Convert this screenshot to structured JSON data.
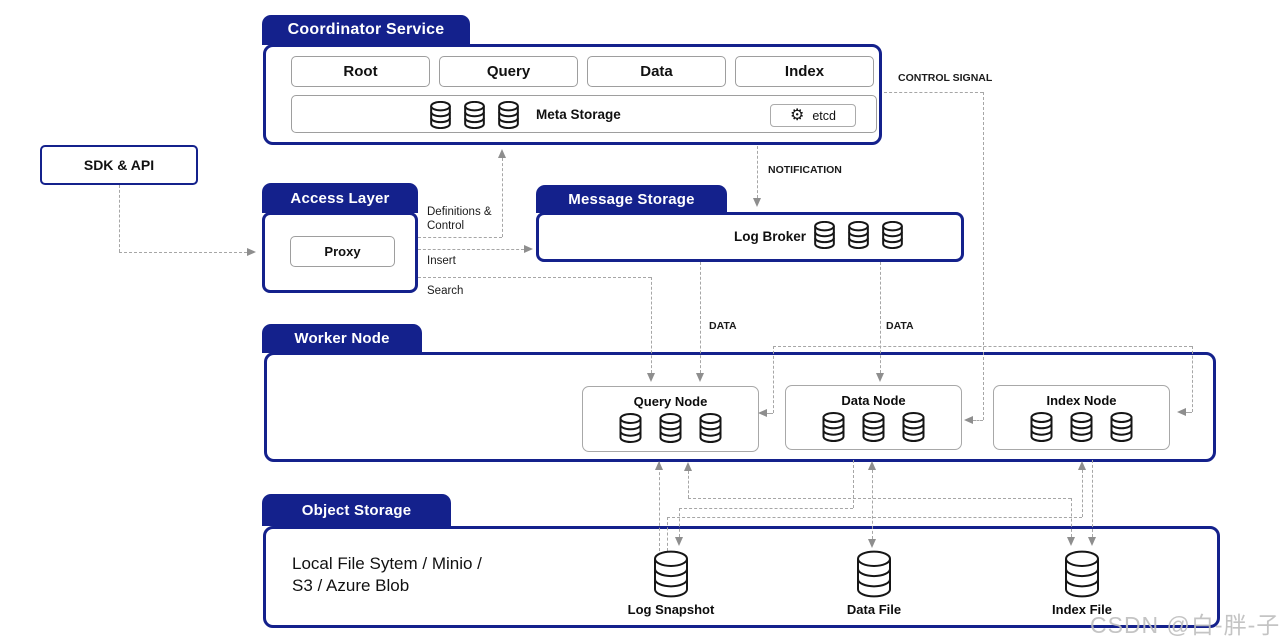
{
  "colors": {
    "navy": "#14218C",
    "connector": "#A6A6A6",
    "arrow": "#8E8E8E",
    "box_border": "#9E9E9E"
  },
  "coordinator": {
    "title": "Coordinator Service",
    "nodes": [
      "Root",
      "Query",
      "Data",
      "Index"
    ],
    "meta_storage_label": "Meta Storage",
    "etcd_label": "etcd"
  },
  "sdk": {
    "label": "SDK & API"
  },
  "access": {
    "title": "Access Layer",
    "proxy_label": "Proxy"
  },
  "message": {
    "title": "Message Storage",
    "log_broker_label": "Log Broker"
  },
  "worker": {
    "title": "Worker Node",
    "nodes": [
      "Query Node",
      "Data Node",
      "Index Node"
    ]
  },
  "object": {
    "title": "Object Storage",
    "description_line1": "Local File Sytem / Minio /",
    "description_line2": "S3 / Azure Blob",
    "files": [
      "Log Snapshot",
      "Data File",
      "Index File"
    ]
  },
  "edges": {
    "control_signal": "CONTROL SIGNAL",
    "notification": "NOTIFICATION",
    "data_to_query": "DATA",
    "data_to_data": "DATA",
    "definitions_line1": "Definitions &",
    "definitions_line2": "Control",
    "insert": "Insert",
    "search": "Search"
  },
  "icons": {
    "etcd_gear": "⚙"
  },
  "watermark": {
    "text": "CSDN @白-胖-子"
  }
}
